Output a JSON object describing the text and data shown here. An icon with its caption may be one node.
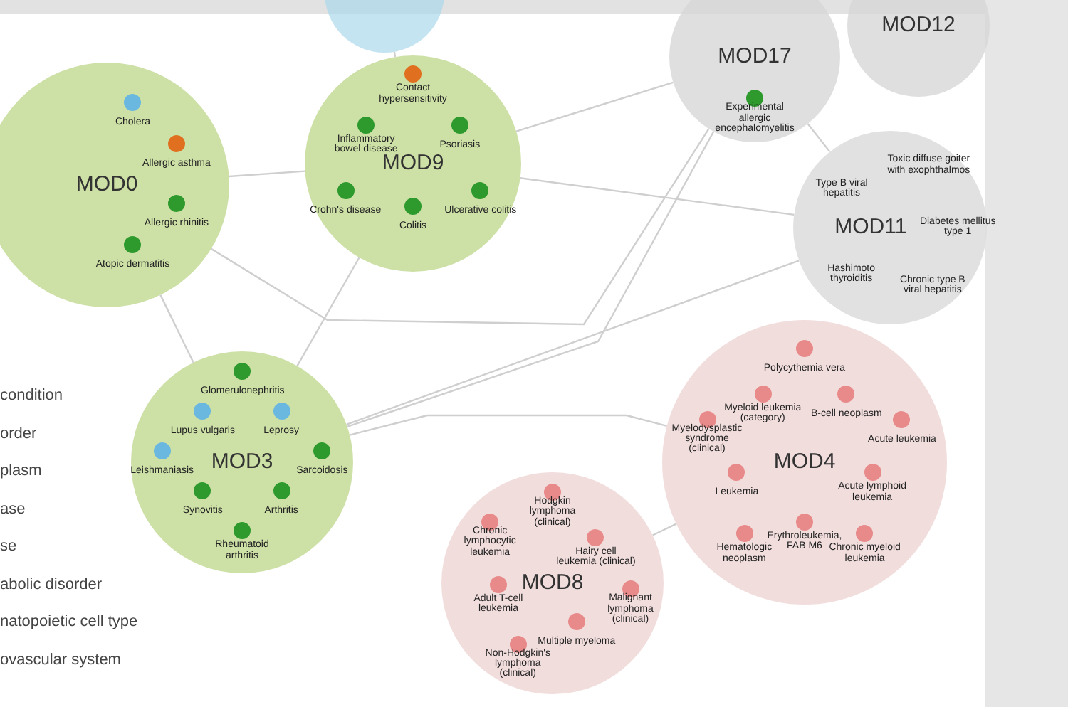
{
  "diagram": {
    "nodes": [
      {
        "text": [],
        "shape": "circle"
      },
      {
        "text": [
          "MOD0",
          "Cholera",
          "Allergic asthma",
          "Allergic rhinitis",
          "Atopic dermatitis"
        ]
      },
      {
        "text": [
          "MOD9",
          "Contact hypersensitivity",
          "Psoriasis",
          "Ulcerative colitis",
          "Colitis",
          "Crohn's disease",
          "Inflammatory bowel disease"
        ]
      },
      {
        "text": [
          "MOD17",
          "Experimental allergic encephalomyelitis"
        ]
      },
      {
        "text": [
          "MOD12"
        ]
      },
      {
        "text": [
          "MOD11",
          "Toxic diffuse goiter with exophthalmos",
          "Diabetes mellitus type 1",
          "Chronic type B viral hepatitis",
          "Hashimoto thyroiditis",
          "Type B viral hepatitis"
        ]
      },
      {
        "text": [
          "MOD3",
          "Glomerulonephritis",
          "Leprosy",
          "Sarcoidosis",
          "Arthritis",
          "Rheumatoid arthritis",
          "Synovitis",
          "Leishmaniasis",
          "Lupus vulgaris"
        ]
      },
      {
        "text": [
          "MOD4",
          "Polycythemia vera",
          "B-cell neoplasm",
          "Acute leukemia",
          "Acute lymphoid leukemia",
          "Chronic myeloid leukemia",
          "Erythroleukemia, FAB M6",
          "Hematologic neoplasm",
          "Leukemia",
          "Myelodysplastic syndrome (clinical)",
          "Myeloid leukemia (category)"
        ]
      },
      {
        "text": [
          "MOD8",
          "Hodgkin lymphoma (clinical)",
          "Hairy cell leukemia (clinical)",
          "Malignant lymphoma (clinical)",
          "Multiple myeloma",
          "Non-Hodgkin's lymphoma (clinical)",
          "Adult T-cell leukemia",
          "Chronic lymphocytic leukemia"
        ]
      }
    ],
    "edges": [
      {
        "from": 0,
        "to": 2,
        "arrow": "none"
      },
      {
        "from": 1,
        "to": 2,
        "arrow": "none"
      },
      {
        "from": 1,
        "to": 6,
        "arrow": "none"
      },
      {
        "from": 2,
        "to": 6,
        "arrow": "none"
      },
      {
        "from": 2,
        "to": 3,
        "arrow": "none"
      },
      {
        "from": 2,
        "to": 5,
        "arrow": "none"
      },
      {
        "from": 1,
        "to": 3,
        "arrow": "none"
      },
      {
        "from": 6,
        "to": 3,
        "arrow": "none"
      },
      {
        "from": 6,
        "to": 5,
        "arrow": "none"
      },
      {
        "from": 6,
        "to": 7,
        "arrow": "none"
      },
      {
        "from": 8,
        "to": 7,
        "arrow": "none"
      },
      {
        "from": 3,
        "to": 5,
        "arrow": "none"
      }
    ],
    "labels": [
      "condition",
      "order",
      "plasm",
      "ase",
      "se",
      "abolic disorder",
      "natopoietic cell type",
      "ovascular system"
    ]
  }
}
